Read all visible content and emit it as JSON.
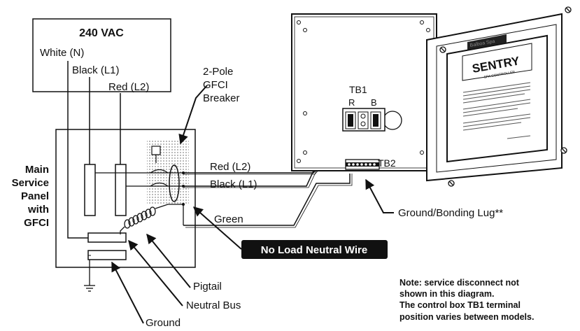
{
  "source_box": {
    "label": "240 VAC",
    "white": "White (N)",
    "black": "Black (L1)",
    "red": "Red (L2)"
  },
  "breaker_label": [
    "2-Pole",
    "GFCI",
    "Breaker"
  ],
  "panel_label": [
    "Main",
    "Service",
    "Panel",
    "with",
    "GFCI"
  ],
  "wires": {
    "red": "Red (L2)",
    "black": "Black (L1)",
    "green": "Green"
  },
  "no_load_label": "No Load Neutral Wire",
  "tb1": {
    "title": "TB1",
    "r": "R",
    "b": "B"
  },
  "tb2": "TB2",
  "ground_lug": "Ground/Bonding Lug**",
  "callouts": {
    "pigtail": "Pigtail",
    "neutral_bus": "Neutral Bus",
    "ground": "Ground"
  },
  "cover": {
    "brand": "Balboa Spa",
    "title": "SENTRY",
    "subtitle": "SPA CONTROLLER"
  },
  "note": [
    "Note: service disconnect not",
    "shown in this diagram.",
    "The control box TB1 terminal",
    "position varies between models."
  ]
}
